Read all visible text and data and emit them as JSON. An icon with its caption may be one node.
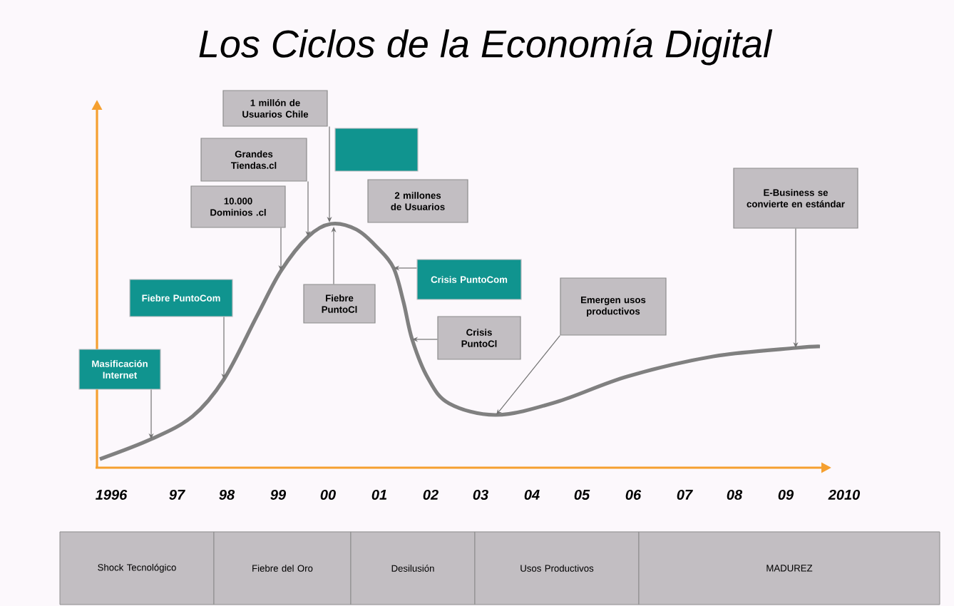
{
  "diagram": {
    "title": "Los Ciclos de la Economía Digital",
    "nodes": [
      {
        "text": [
          "Masificación Internet"
        ]
      },
      {
        "text": [
          "Fiebre PuntoCom"
        ]
      },
      {
        "text": [
          "10.000 Dominios .cl"
        ]
      },
      {
        "text": [
          "Grandes Tiendas.cl"
        ]
      },
      {
        "text": [
          "1 millón de Usuarios Chile"
        ]
      },
      {
        "text": [],
        "shape": "box"
      },
      {
        "text": [
          "2 millones de Usuarios"
        ]
      },
      {
        "text": [
          "Fiebre PuntoCl"
        ]
      },
      {
        "text": [
          "Crisis PuntoCom"
        ]
      },
      {
        "text": [
          "Crisis PuntoCl"
        ]
      },
      {
        "text": [
          "Emergen usos productivos"
        ]
      },
      {
        "text": [
          "E-Business se convierte en estándar"
        ]
      },
      {
        "text": [
          "Shock Tecnológico"
        ]
      },
      {
        "text": [
          "Fiebre del Oro"
        ]
      },
      {
        "text": [
          "Desilusión"
        ]
      },
      {
        "text": [
          "Usos Productivos"
        ]
      },
      {
        "text": [
          "MADUREZ"
        ]
      }
    ],
    "edges": [
      {
        "from": 0,
        "to": null,
        "arrow": "to"
      },
      {
        "from": 1,
        "to": null,
        "arrow": "to"
      },
      {
        "from": 2,
        "to": null,
        "arrow": "to"
      },
      {
        "from": 3,
        "to": null,
        "arrow": "to"
      },
      {
        "from": 4,
        "to": null,
        "arrow": "to"
      },
      {
        "from": 7,
        "to": null,
        "arrow": "to"
      },
      {
        "from": 8,
        "to": null,
        "arrow": "to"
      },
      {
        "from": 9,
        "to": null,
        "arrow": "to"
      },
      {
        "from": 10,
        "to": null,
        "arrow": "to"
      },
      {
        "from": 11,
        "to": null,
        "arrow": "to"
      }
    ],
    "labels": [
      "1996",
      "97",
      "98",
      "99",
      "00",
      "01",
      "02",
      "03",
      "04",
      "05",
      "06",
      "07",
      "08",
      "09",
      "2010"
    ]
  }
}
